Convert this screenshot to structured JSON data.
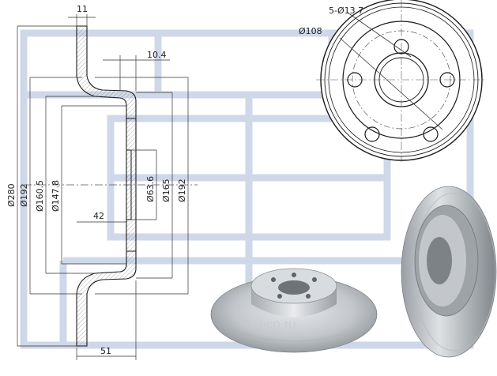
{
  "dimensions": {
    "flange_thickness": "11",
    "hat_depth": "10.4",
    "outer_diameter": "Ø280",
    "friction_inner_diameter": "Ø192",
    "hat_outer_diameter": "Ø160.5",
    "hat_inner_diameter": "Ø147.8",
    "center_bore": "Ø63.6",
    "mount_face_diameter": "Ø165",
    "inner_ring_diameter": "Ø192",
    "hat_height": "42",
    "total_height": "51",
    "bolt_holes": "5-Ø13.7",
    "pcd": "Ø108"
  },
  "watermark": {
    "text": "abcp.ru"
  },
  "colors": {
    "watermark_blue": "#cfd8e8",
    "line": "#1a1a1a",
    "metal_light": "#d6d9dc",
    "metal_dark": "#8b9095"
  }
}
